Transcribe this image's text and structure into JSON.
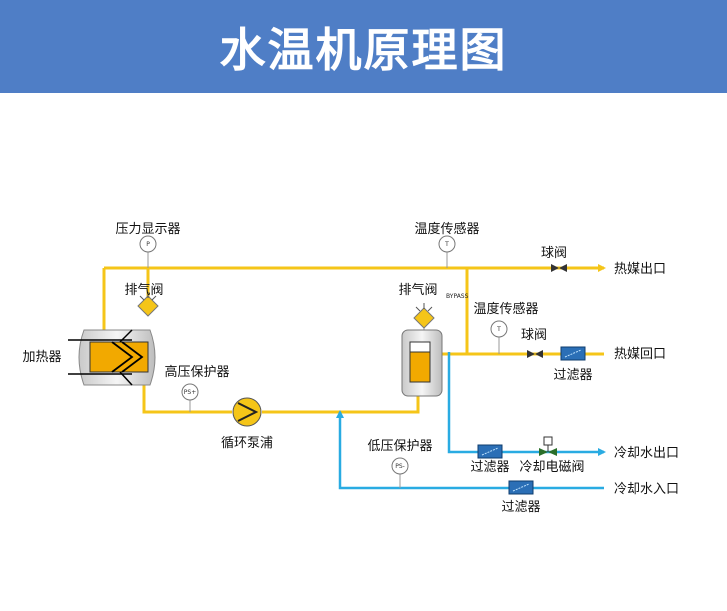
{
  "title": "水温机原理图",
  "labels": {
    "pressure_display": "压力显示器",
    "vent_valve_left": "排气阀",
    "heater": "加热器",
    "high_pressure_protector": "高压保护器",
    "circulation_pump": "循环泵浦",
    "temp_sensor_top": "温度传感器",
    "ball_valve_top": "球阀",
    "heat_medium_out": "热媒出口",
    "vent_valve_right": "排气阀",
    "bypass": "BYPASS",
    "temp_sensor_mid": "温度传感器",
    "ball_valve_mid": "球阀",
    "heat_medium_return": "热媒回口",
    "filter_return": "过滤器",
    "low_pressure_protector": "低压保护器",
    "filter_cool_out": "过滤器",
    "cooling_solenoid": "冷却电磁阀",
    "cooling_water_out": "冷却水出口",
    "filter_cool_in": "过滤器",
    "cooling_water_in": "冷却水入口"
  },
  "gauges": {
    "pressure": "P",
    "temp_top": "T",
    "temp_mid": "T",
    "high_pressure": "PS+",
    "low_pressure": "PS-"
  },
  "colors": {
    "banner": "#4f7ec6",
    "hot_line": "#f5c518",
    "cool_line": "#29abe2",
    "tank_fill": "#f2a900",
    "filter": "#2b6fb6"
  }
}
